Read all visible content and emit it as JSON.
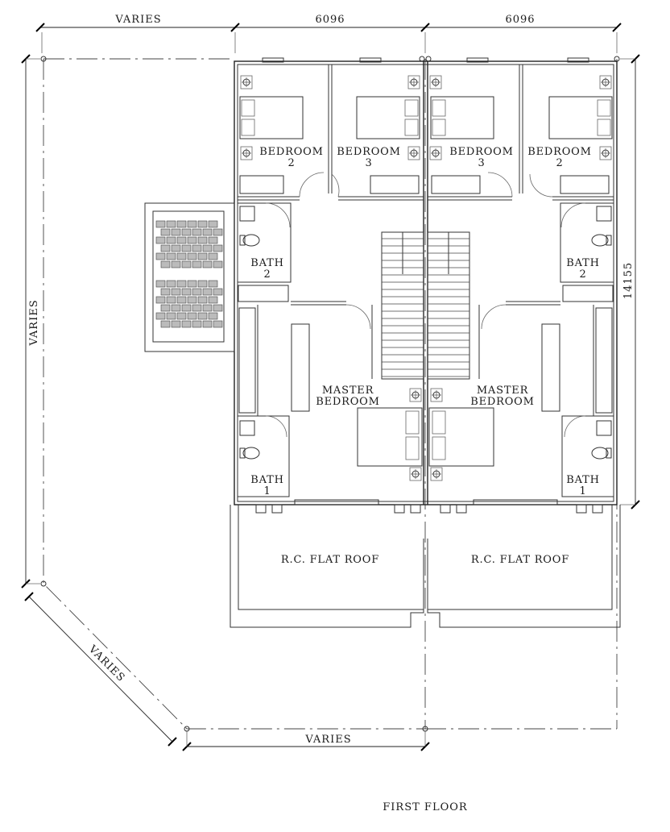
{
  "dimensions": {
    "top_left": "VARIES",
    "top_mid_left": "6096",
    "top_mid_right": "6096",
    "left": "VARIES",
    "right": "14155",
    "diagonal": "VARIES",
    "bottom": "VARIES"
  },
  "rooms": {
    "bedroom2_left": [
      "BEDROOM",
      "2"
    ],
    "bedroom3_left": [
      "BEDROOM",
      "3"
    ],
    "bedroom3_right": [
      "BEDROOM",
      "3"
    ],
    "bedroom2_right": [
      "BEDROOM",
      "2"
    ],
    "bath2_left": [
      "BATH",
      "2"
    ],
    "bath2_right": [
      "BATH",
      "2"
    ],
    "master_left": [
      "MASTER",
      "BEDROOM"
    ],
    "master_right": [
      "MASTER",
      "BEDROOM"
    ],
    "bath1_left": [
      "BATH",
      "1"
    ],
    "bath1_right": [
      "BATH",
      "1"
    ],
    "roof_left": "R.C. FLAT ROOF",
    "roof_right": "R.C. FLAT ROOF"
  },
  "title": "FIRST FLOOR"
}
